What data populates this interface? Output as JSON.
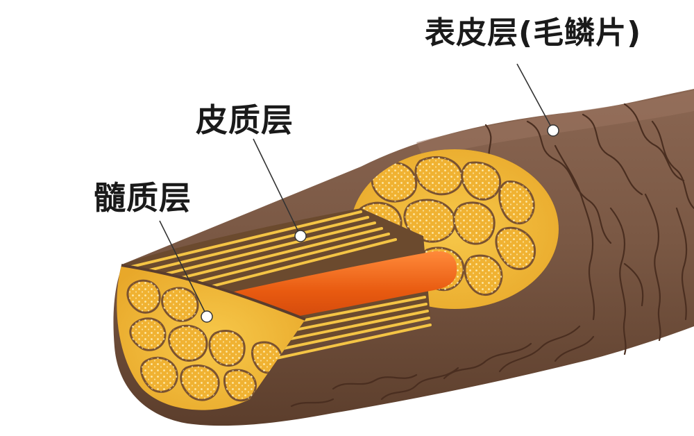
{
  "labels": {
    "cuticle": "表皮层(毛鳞片)",
    "cortex": "皮质层",
    "medulla": "髓质层"
  },
  "colors": {
    "cuticle_brown": "#7a5844",
    "cuticle_dark": "#5a3d2d",
    "scale_line": "#4a2e20",
    "cortex_gold": "#f3bb3a",
    "cortex_light": "#ffe07a",
    "fiber_yellow": "#f4c445",
    "fiber_dark": "#6b4a2e",
    "medulla_orange": "#e85a10",
    "leader_line": "#333333"
  }
}
